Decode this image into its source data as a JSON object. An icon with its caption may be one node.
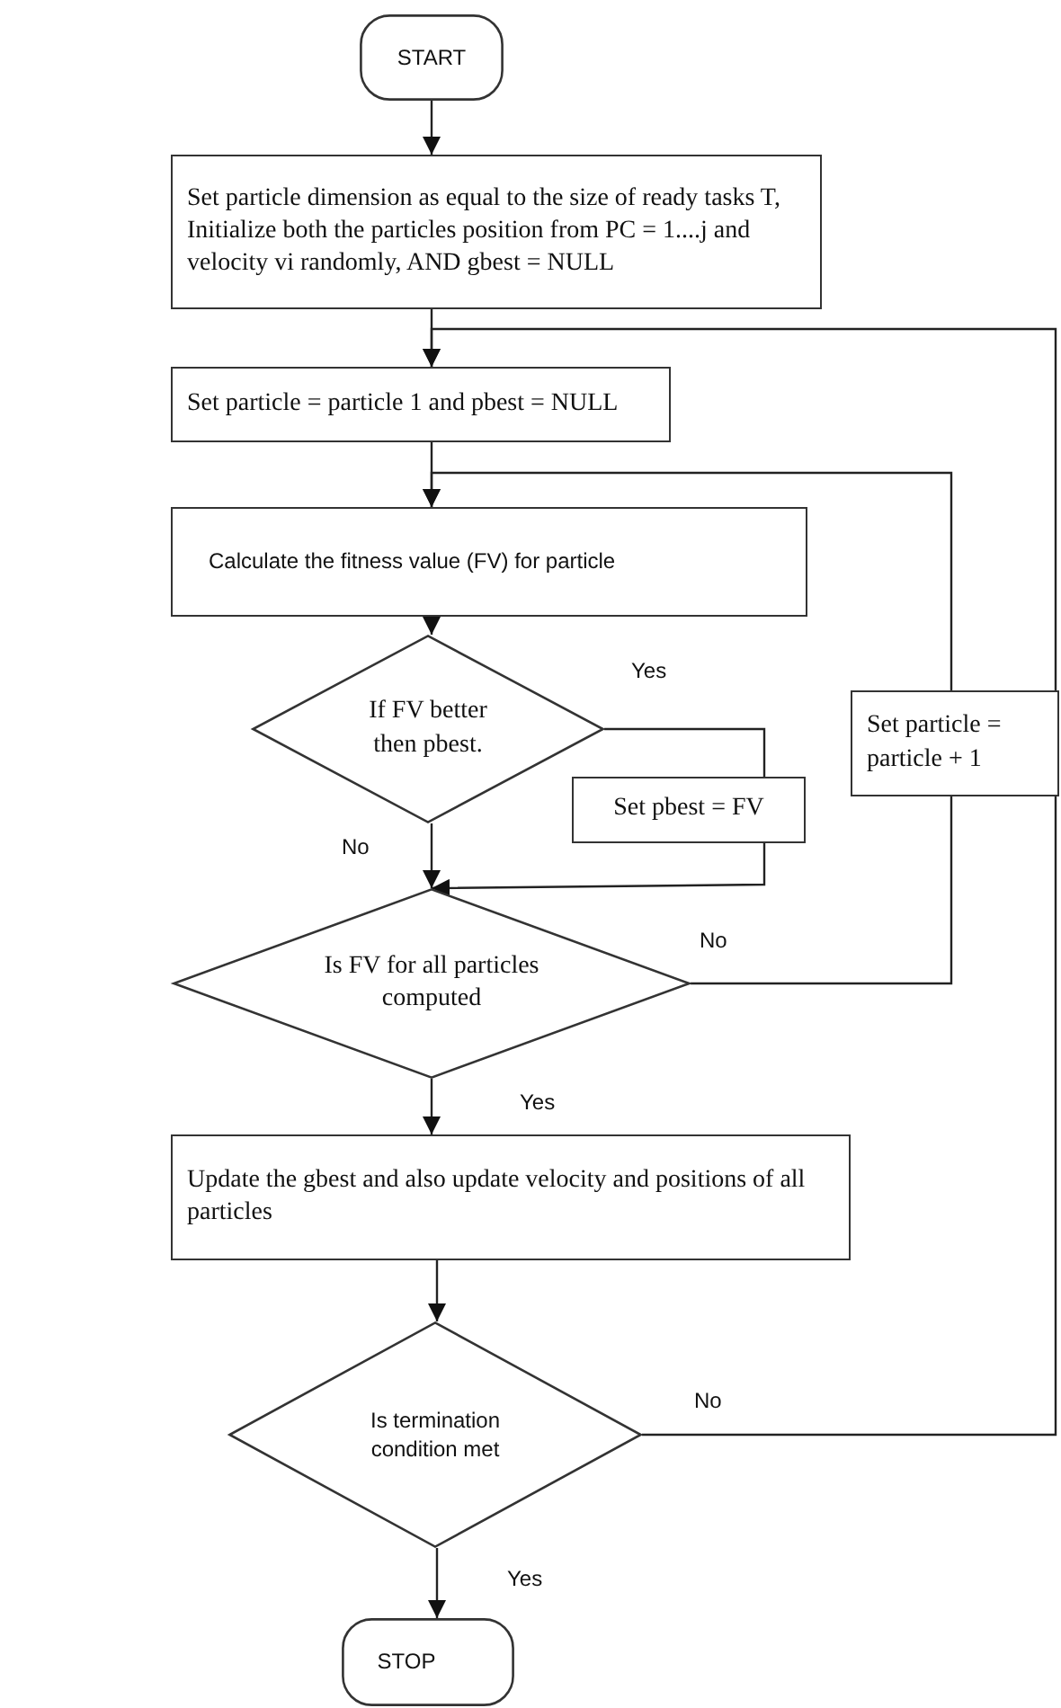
{
  "diagram": {
    "nodes": [
      {
        "text": [
          "START"
        ]
      },
      {
        "text": [
          "Set particle dimension as equal to the size of ready tasks T, Initialize both the particles position from PC = 1....j and velocity vi randomly, AND gbest = NULL"
        ]
      },
      {
        "text": [
          "Set particle = particle 1 and pbest = NULL"
        ]
      },
      {
        "text": [
          "Calculate the fitness value (FV) for particle"
        ]
      },
      {
        "text": [
          "If FV better then pbest."
        ]
      },
      {
        "text": [
          "Set pbest = FV"
        ]
      },
      {
        "text": [
          "Is FV for all particles computed"
        ]
      },
      {
        "text": [
          "Set particle = particle + 1"
        ]
      },
      {
        "text": [
          "Update the gbest and also update velocity and positions of all particles"
        ]
      },
      {
        "text": [
          "Is termination condition met"
        ]
      },
      {
        "text": [
          "STOP"
        ]
      }
    ],
    "edges": [
      {
        "from": 0,
        "to": 1,
        "arrow": "to"
      },
      {
        "from": 1,
        "to": 2,
        "arrow": "to"
      },
      {
        "from": 2,
        "to": 3,
        "arrow": "to"
      },
      {
        "from": 3,
        "to": 4,
        "arrow": "to"
      },
      {
        "from": 4,
        "to": 5,
        "arrow": "none",
        "label": "Yes"
      },
      {
        "from": 4,
        "to": 6,
        "arrow": "to",
        "label": "No"
      },
      {
        "from": 5,
        "to": 6,
        "arrow": "to"
      },
      {
        "from": 6,
        "to": 7,
        "arrow": "none",
        "label": "No"
      },
      {
        "from": 7,
        "to": 3,
        "arrow": "to"
      },
      {
        "from": 6,
        "to": 8,
        "arrow": "to",
        "label": "Yes"
      },
      {
        "from": 8,
        "to": 9,
        "arrow": "to"
      },
      {
        "from": 9,
        "to": 10,
        "arrow": "to",
        "label": "Yes"
      },
      {
        "from": 9,
        "to": 2,
        "arrow": "to",
        "label": "No"
      }
    ]
  }
}
